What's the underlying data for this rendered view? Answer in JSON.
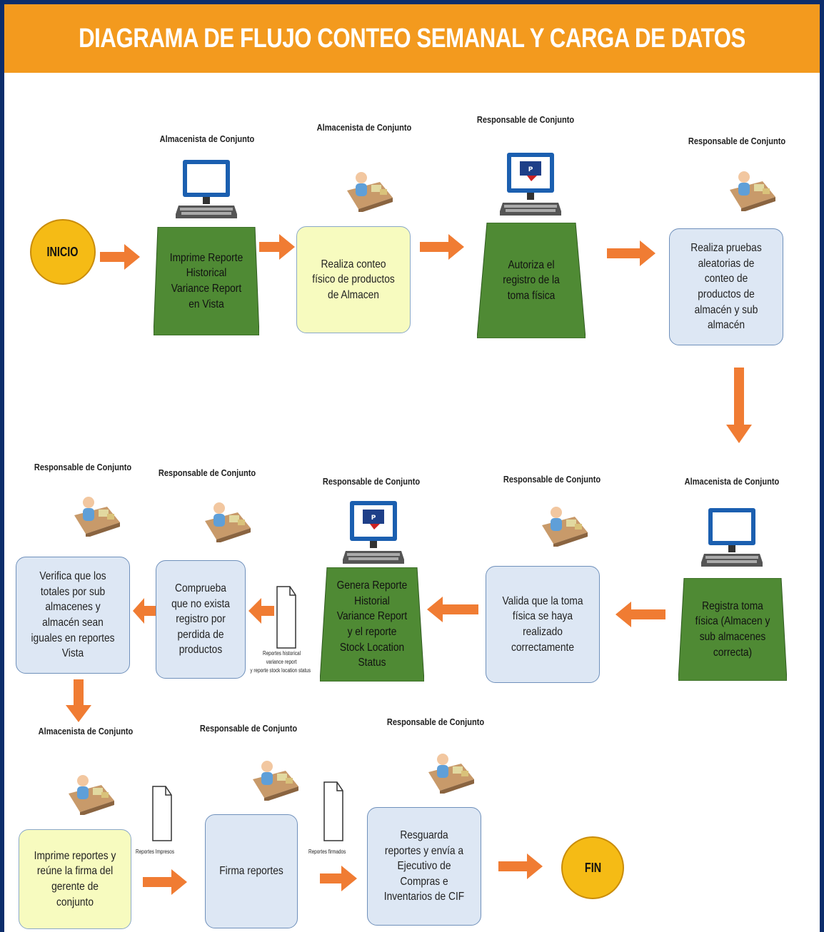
{
  "title": "DIAGRAMA DE FLUJO CONTEO SEMANAL Y CARGA DE DATOS",
  "colors": {
    "header": "#f39a1e",
    "frame": "#0c2d6b",
    "green": "#4f8a34",
    "arrow": "#f07c33",
    "start_end": "#f5bb15",
    "pale_yellow": "#f7fbbf",
    "pale_blue": "#dde7f4"
  },
  "start": "INICIO",
  "end": "FIN",
  "steps": [
    {
      "role": "Almacenista de Conjunto",
      "text": "Imprime Reporte Historical Variance Report en Vista",
      "icon": "computer-icon"
    },
    {
      "role": "Almacenista de Conjunto",
      "text": "Realiza conteo físico de productos de Almacen",
      "icon": "worker-at-desk-icon"
    },
    {
      "role": "Responsable de Conjunto",
      "text": "Autoriza el registro de la toma física",
      "icon": "computer-with-logo-icon"
    },
    {
      "role": "Responsable de Conjunto",
      "text": "Realiza pruebas aleatorias de conteo de productos de almacén y sub almacén",
      "icon": "worker-at-desk-icon"
    },
    {
      "role": "Almacenista de Conjunto",
      "text": "Registra toma física (Almacen y sub almacenes correcta)",
      "icon": "computer-icon"
    },
    {
      "role": "Responsable de Conjunto",
      "text": "Valida que la toma física se haya realizado correctamente",
      "icon": "worker-at-desk-icon"
    },
    {
      "role": "Responsable de Conjunto",
      "text": "Genera Reporte Historial Variance Report y el reporte Stock Location Status",
      "icon": "computer-with-logo-icon"
    },
    {
      "role": "Responsable de Conjunto",
      "text": "Comprueba que no exista registro por perdida de productos",
      "icon": "worker-at-desk-icon"
    },
    {
      "role": "Responsable de Conjunto",
      "text": "Verifica que los totales por sub almacenes y almacén sean iguales en reportes Vista",
      "icon": "worker-at-desk-icon"
    },
    {
      "role": "Almacenista de Conjunto",
      "text": "Imprime reportes y reúne la firma del gerente de conjunto",
      "icon": "worker-at-desk-icon"
    },
    {
      "role": "Responsable de Conjunto",
      "text": "Firma reportes",
      "icon": "worker-at-desk-icon"
    },
    {
      "role": "Responsable de Conjunto",
      "text": "Resguarda reportes y envía a Ejecutivo de Compras e Inventarios de CIF",
      "icon": "worker-at-desk-icon"
    }
  ],
  "documents": [
    {
      "label_line1": "Reportes historical",
      "label_line2": "variance report",
      "label_line3": "y reporte stock location status"
    },
    {
      "label": "Reportes Impresos"
    },
    {
      "label": "Reportes firmados"
    }
  ]
}
